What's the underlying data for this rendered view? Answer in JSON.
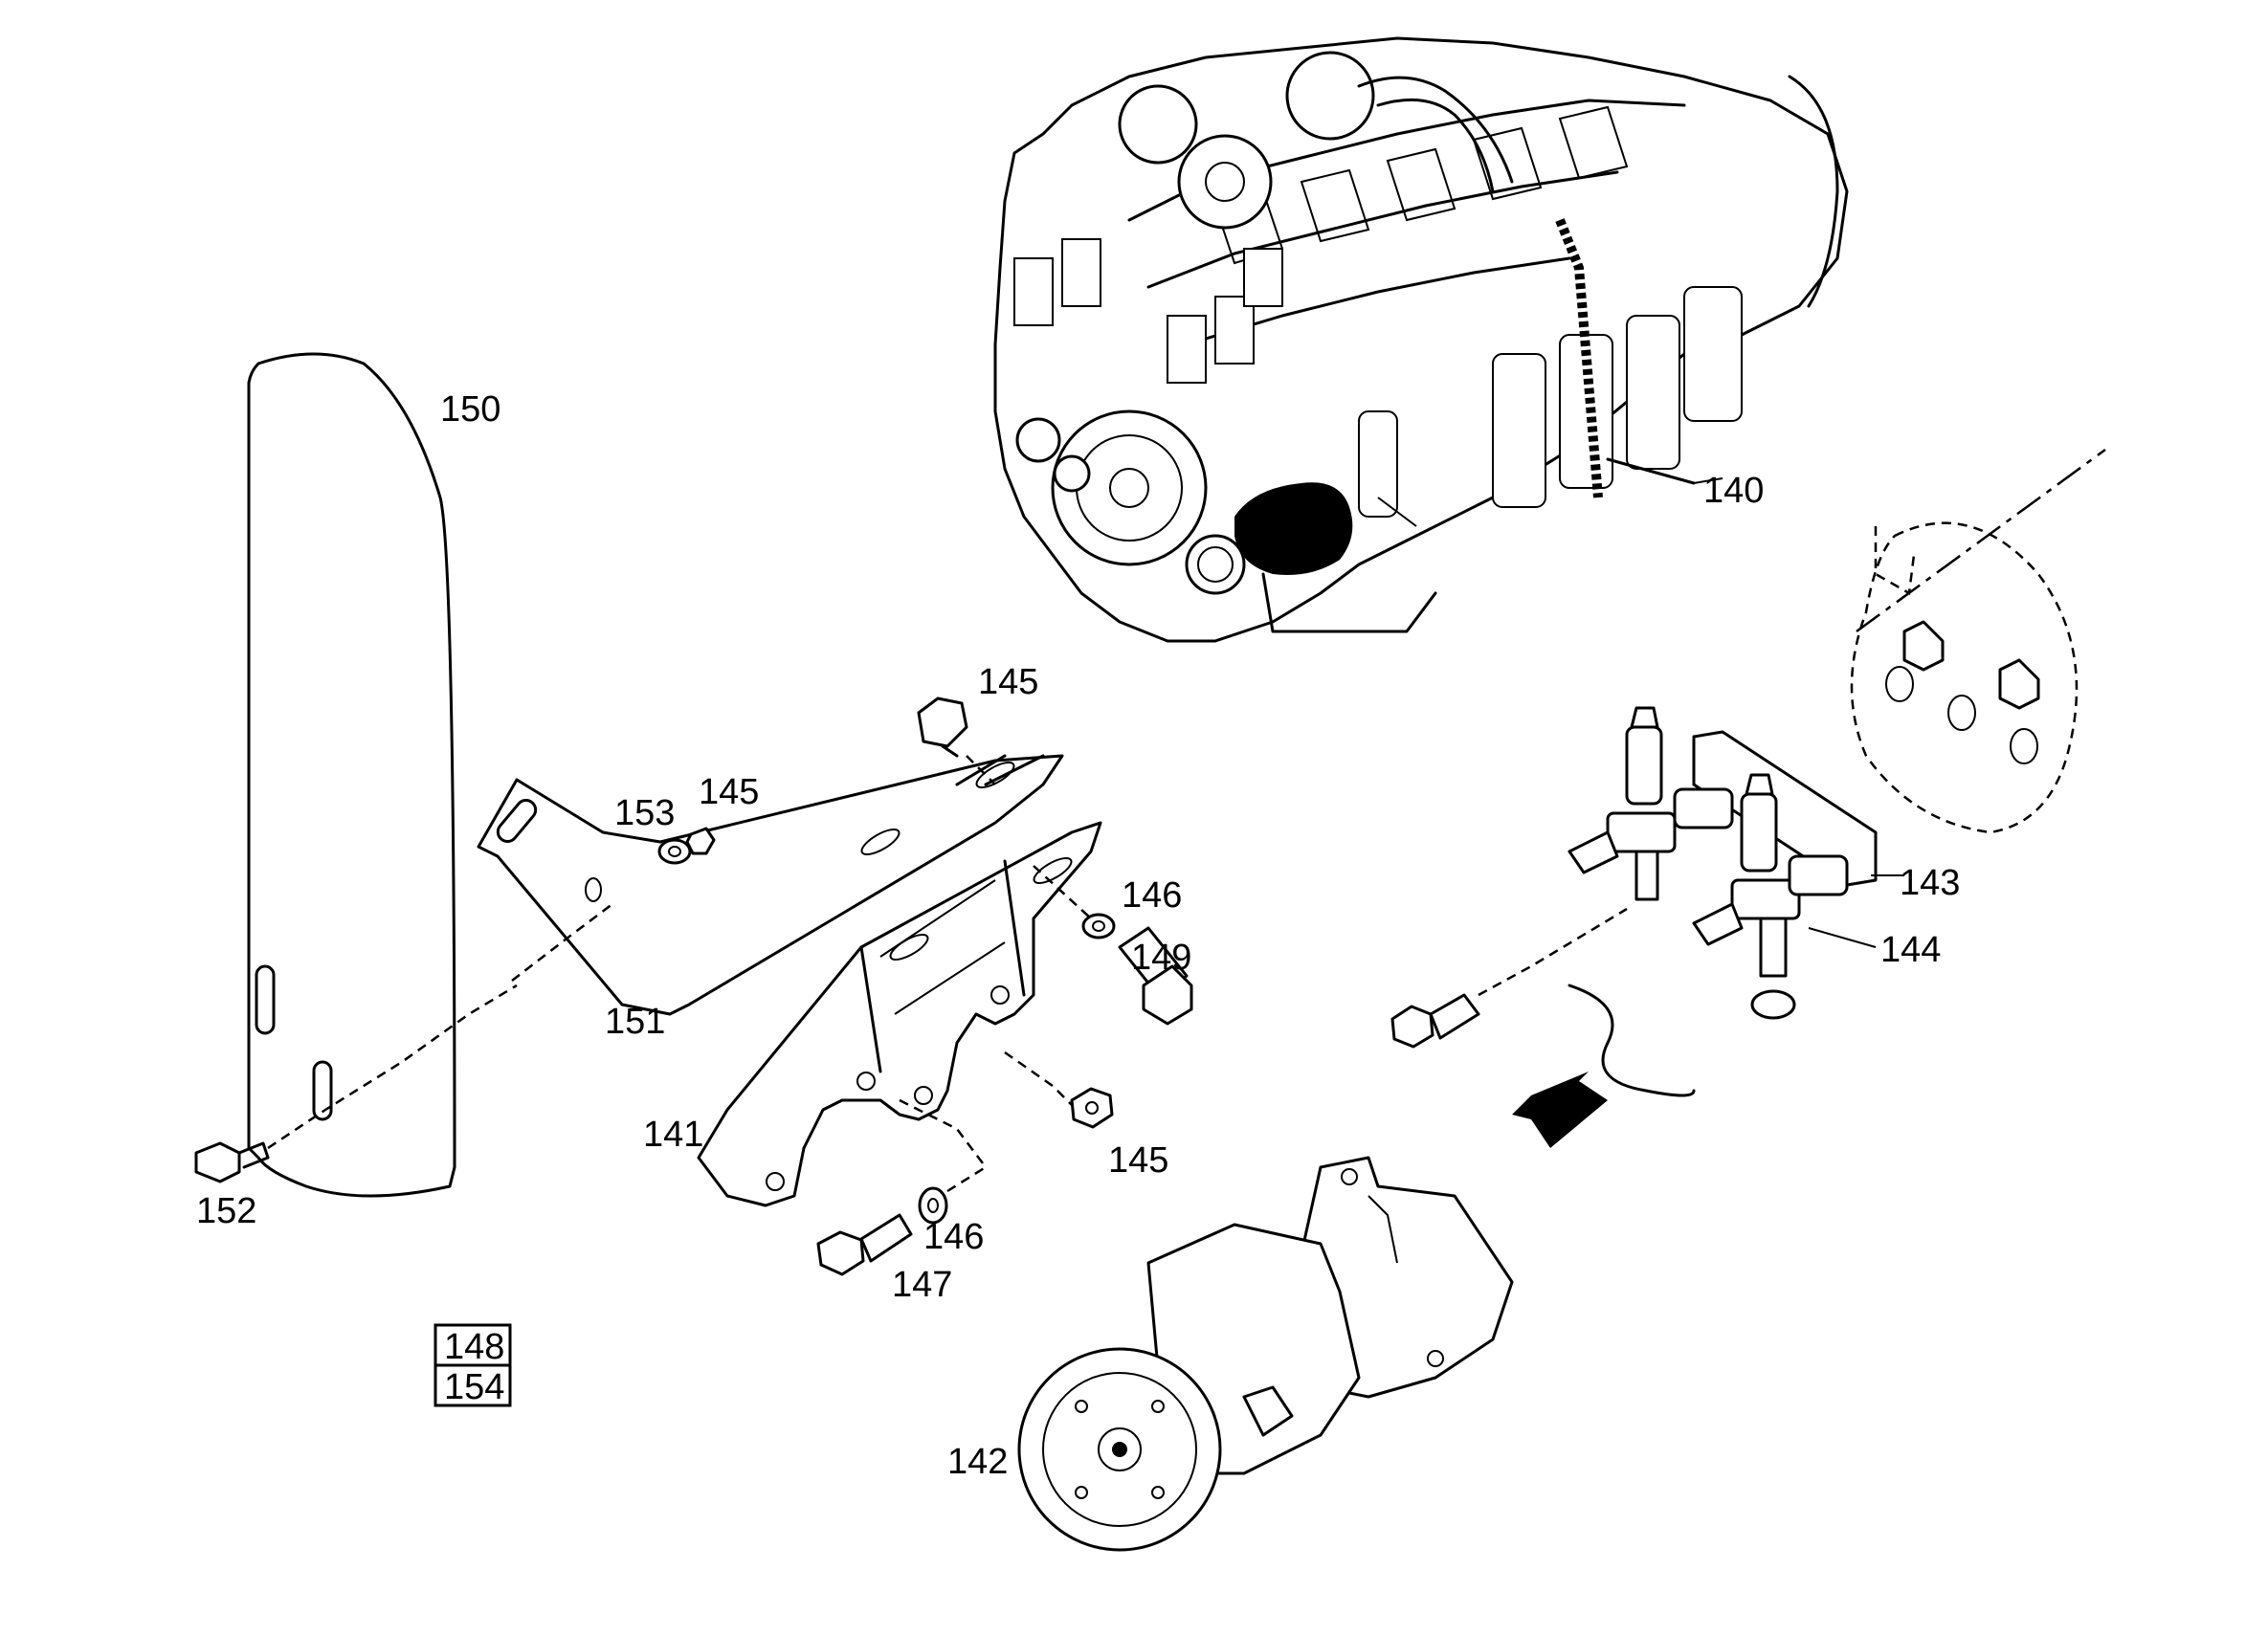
{
  "labels": {
    "p140": "140",
    "p141": "141",
    "p142": "142",
    "p143": "143",
    "p144": "144",
    "p145a": "145",
    "p145b": "145",
    "p145c": "145",
    "p146a": "146",
    "p146b": "146",
    "p147": "147",
    "p149": "149",
    "p150": "150",
    "p151": "151",
    "p152": "152",
    "p153": "153"
  },
  "boxed_refs": [
    "148",
    "154"
  ]
}
